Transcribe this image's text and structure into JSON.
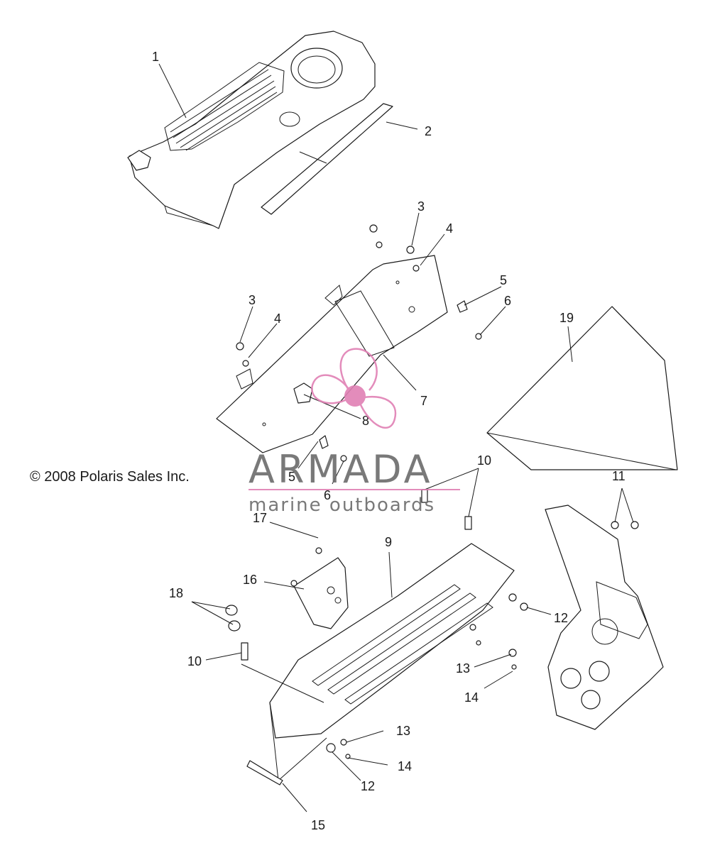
{
  "copyright": "© 2008 Polaris Sales Inc.",
  "watermark": {
    "title": "ARMADA",
    "subtitle": "marine outboards",
    "accent_color": "#e080b4",
    "text_color": "#6b6b6b"
  },
  "callouts": [
    "1",
    "2",
    "3",
    "4",
    "3",
    "4",
    "5",
    "6",
    "19",
    "7",
    "8",
    "5",
    "6",
    "10",
    "11",
    "17",
    "9",
    "16",
    "18",
    "12",
    "10",
    "13",
    "14",
    "13",
    "14",
    "12",
    "15"
  ]
}
